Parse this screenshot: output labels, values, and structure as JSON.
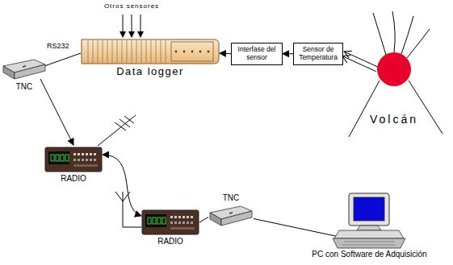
{
  "diagram": {
    "nodes": [
      {
        "text": [
          "Volcán"
        ]
      },
      {
        "text": [
          "Sensor de Temperatura"
        ]
      },
      {
        "text": [
          "Interfase del sensor"
        ]
      },
      {
        "text": [
          "Data logger"
        ]
      },
      {
        "text": [
          "TNC"
        ]
      },
      {
        "text": [
          "RADIO"
        ]
      },
      {
        "text": [
          "RADIO"
        ]
      },
      {
        "text": [
          "TNC"
        ]
      },
      {
        "text": [
          "PC con Software de Adquisición"
        ]
      }
    ],
    "edges": [
      {
        "from": 0,
        "to": 1,
        "arrow": "to"
      },
      {
        "from": 1,
        "to": 2,
        "arrow": "to"
      },
      {
        "from": 2,
        "to": 3,
        "arrow": "to"
      },
      {
        "from": 3,
        "to": 4,
        "label": "RS232",
        "arrow": "none"
      },
      {
        "from": 4,
        "to": 5,
        "arrow": "to"
      },
      {
        "from": 5,
        "to": 6,
        "arrow": "both"
      },
      {
        "from": 6,
        "to": 7,
        "arrow": "none"
      },
      {
        "from": 7,
        "to": 8,
        "arrow": "none"
      }
    ],
    "labels": [
      "Otros sensores"
    ]
  }
}
